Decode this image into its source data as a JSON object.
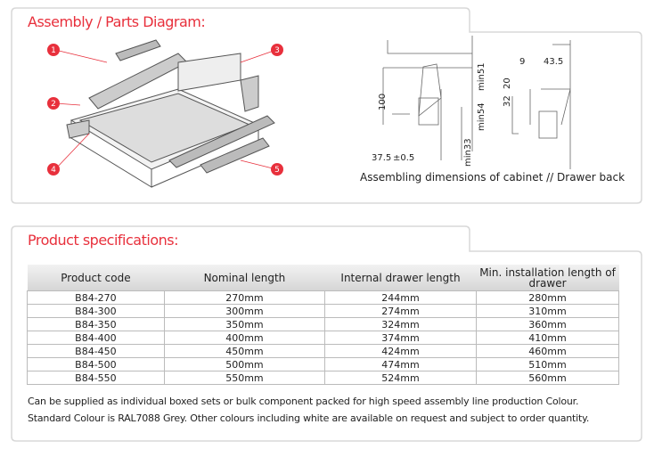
{
  "assembly": {
    "title": "Assembly / Parts Diagram:",
    "callouts": [
      "1",
      "2",
      "3",
      "4",
      "5"
    ],
    "dimensions": {
      "labels": [
        "100",
        "min51",
        "min54",
        "min33",
        "37.5",
        "±0.5",
        "9",
        "43.5",
        "20",
        "32"
      ],
      "caption": "Assembling dimensions of cabinet // Drawer back"
    }
  },
  "specs": {
    "title": "Product specifications:",
    "headers": [
      "Product code",
      "Nominal length",
      "Internal drawer length",
      "Min. installation length of drawer"
    ],
    "rows": [
      [
        "B84-270",
        "270mm",
        "244mm",
        "280mm"
      ],
      [
        "B84-300",
        "300mm",
        "274mm",
        "310mm"
      ],
      [
        "B84-350",
        "350mm",
        "324mm",
        "360mm"
      ],
      [
        "B84-400",
        "400mm",
        "374mm",
        "410mm"
      ],
      [
        "B84-450",
        "450mm",
        "424mm",
        "460mm"
      ],
      [
        "B84-500",
        "500mm",
        "474mm",
        "510mm"
      ],
      [
        "B84-550",
        "550mm",
        "524mm",
        "560mm"
      ]
    ],
    "notes": [
      "Can be supplied as individual boxed sets or bulk component packed for high speed assembly line production Colour.",
      "Standard Colour is RAL7088 Grey. Other colours including white are available on request and subject to order quantity."
    ]
  },
  "colors": {
    "accent": "#e8303c"
  }
}
